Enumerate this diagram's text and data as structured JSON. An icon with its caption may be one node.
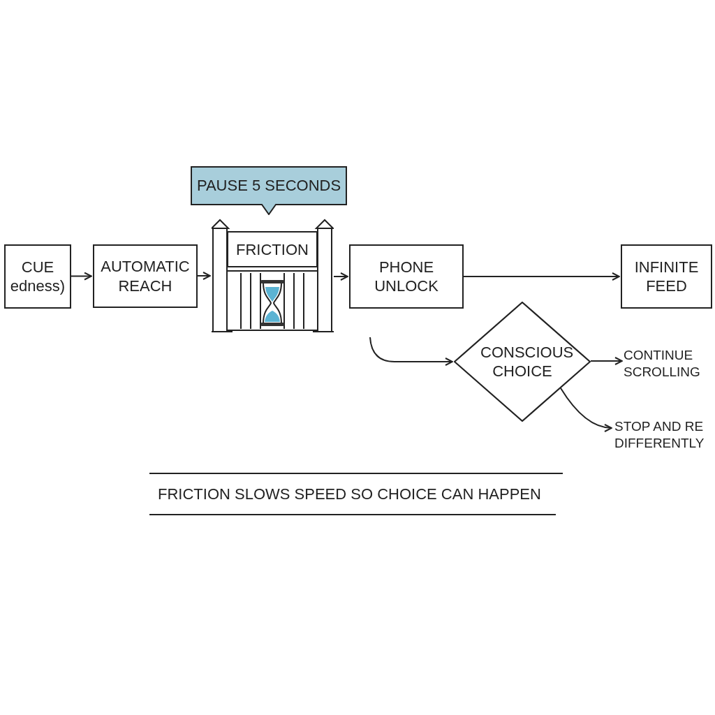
{
  "diagram": {
    "nodes": [
      {
        "text": [
          "CUE",
          "edness)"
        ]
      },
      {
        "text": [
          "AUTOMATIC REACH"
        ]
      },
      {
        "text": [
          "PAUSE 5 SECONDS"
        ]
      },
      {
        "text": [
          "FRICTION"
        ]
      },
      {
        "text": [
          "PHONE UNLOCK"
        ]
      },
      {
        "text": [
          "INFINITE FEED"
        ]
      },
      {
        "text": [
          "CONSCIOUS CHOICE"
        ]
      },
      {
        "text": [
          "CONTINUE SCROLLING"
        ]
      },
      {
        "text": [
          "STOP AND RE DIFFERENTLY"
        ]
      }
    ],
    "edges": [
      {
        "from": 0,
        "to": 1,
        "arrow": "to"
      },
      {
        "from": 1,
        "to": 3,
        "arrow": "to"
      },
      {
        "from": 3,
        "to": 4,
        "arrow": "to"
      },
      {
        "from": 4,
        "to": 5,
        "arrow": "to"
      },
      {
        "from": null,
        "to": 6,
        "arrow": "to"
      },
      {
        "from": 6,
        "to": 7,
        "arrow": "to"
      },
      {
        "from": 6,
        "to": 8,
        "arrow": "to"
      }
    ],
    "labels": [
      "FRICTION SLOWS SPEED SO CHOICE CAN HAPPEN"
    ]
  }
}
